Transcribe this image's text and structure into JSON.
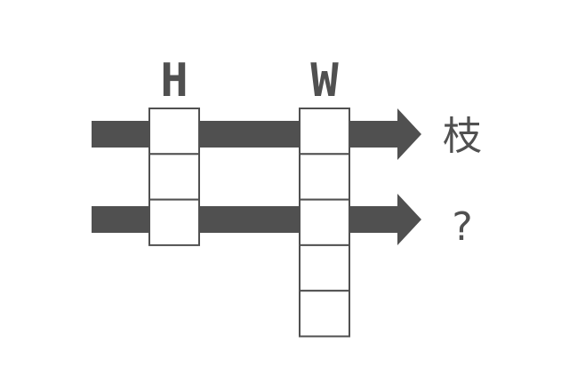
{
  "columns": [
    {
      "label": "H",
      "cells": 3
    },
    {
      "label": "W",
      "cells": 5
    }
  ],
  "rows": [
    {
      "answer": "枝"
    },
    {
      "answer": "?"
    }
  ],
  "colors": {
    "ink": "#505050",
    "cell_fill": "#ffffff"
  }
}
